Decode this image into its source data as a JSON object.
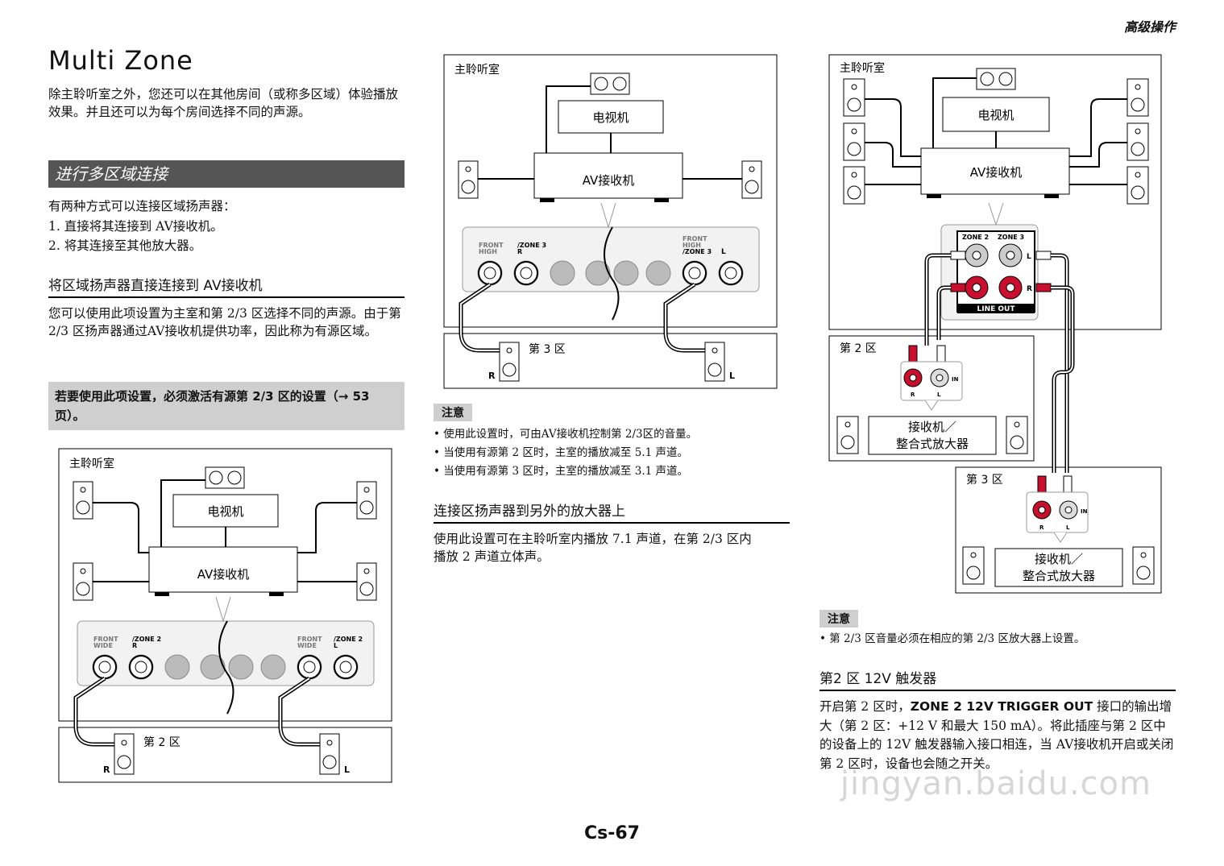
{
  "header": {
    "section_label": "高级操作"
  },
  "title": "Multi Zone",
  "intro": "除主聆听室之外，您还可以在其他房间（或称多区域）体验播放效果。并且还可以为每个房间选择不同的声源。",
  "section1": {
    "heading": "进行多区域连接",
    "lead": "有两种方式可以连接区域扬声器：",
    "items": [
      "1.  直接将其连接到 AV接收机。",
      "2.  将其连接至其他放大器。"
    ]
  },
  "sub1": {
    "heading": "将区域扬声器直接连接到 AV接收机",
    "body": "您可以使用此项设置为主室和第 2/3 区选择不同的声源。由于第 2/3 区扬声器通过AV接收机提供功率，因此称为有源区域。",
    "note_box": "若要使用此项设置，必须激活有源第 2/3 区的设置（→ 53页）。"
  },
  "notes1": {
    "tag": "注意",
    "items": [
      "使用此设置时，可由AV接收机控制第 2/3区的音量。",
      "当使用有源第 2 区时，主室的播放减至 5.1 声道。",
      "当使用有源第 3 区时，主室的播放减至 3.1 声道。"
    ]
  },
  "sub2": {
    "heading": "连接区扬声器到另外的放大器上",
    "body": "使用此设置可在主聆听室内播放 7.1 声道，在第 2/3 区内播放 2 声道立体声。"
  },
  "notes2": {
    "tag": "注意",
    "items": [
      "第 2/3 区音量必须在相应的第 2/3 区放大器上设置。"
    ]
  },
  "sub3": {
    "heading": "第2 区 12V 触发器",
    "body_bold": "ZONE 2 12V TRIGGER OUT",
    "body_pre": "开启第 2 区时，",
    "body_post": " 接口的输出增大（第 2 区：+12 V 和最大 150 mA）。将此插座与第 2 区中的设备上的 12V 触发器输入接口相连，当 AV接收机开启或关闭第 2 区时，设备也会随之开关。"
  },
  "diagram_labels": {
    "main_room": "主聆听室",
    "tv": "电视机",
    "receiver": "AV接收机",
    "zone2": "第 2 区",
    "zone3": "第 3 区",
    "R": "R",
    "L": "L",
    "amp": "接收机／\n整合式放大器",
    "amp_line1": "接收机／",
    "amp_line2": "整合式放大器",
    "line_out": "LINE OUT",
    "zone2_tag": "ZONE 2",
    "zone3_tag": "ZONE 3",
    "in": "IN"
  },
  "footer": {
    "page": "Cs-67"
  },
  "watermark": "jingyan.baidu.com"
}
